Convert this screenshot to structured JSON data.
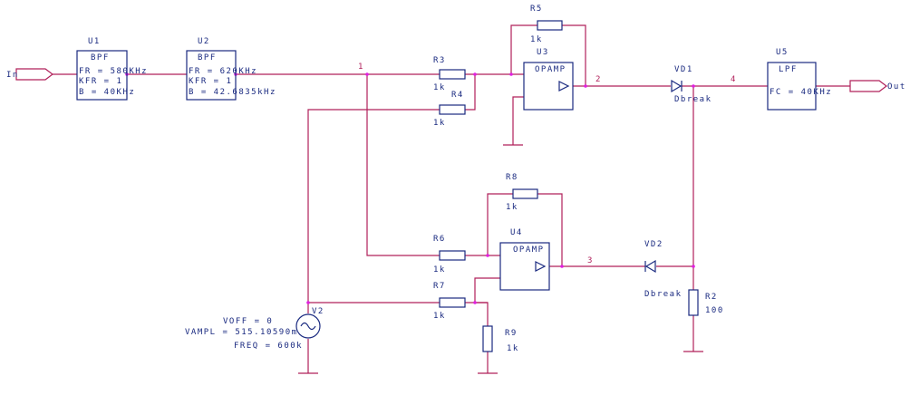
{
  "ports": {
    "input": "In",
    "output": "Out"
  },
  "u1": {
    "ref": "U1",
    "type": "BPF",
    "line1": "FR = 580KHz",
    "line2": "KFR = 1",
    "line3": "B = 40KHz"
  },
  "u2": {
    "ref": "U2",
    "type": "BPF",
    "line1": "FR = 620KHz",
    "line2": "KFR = 1",
    "line3": "B = 42.6835kHz"
  },
  "u3": {
    "ref": "U3",
    "type": "OPAMP"
  },
  "u4": {
    "ref": "U4",
    "type": "OPAMP"
  },
  "u5": {
    "ref": "U5",
    "type": "LPF",
    "line1": "FC = 40KHz"
  },
  "resistors": {
    "r2": {
      "ref": "R2",
      "value": "100"
    },
    "r3": {
      "ref": "R3",
      "value": "1k"
    },
    "r4": {
      "ref": "R4",
      "value": "1k"
    },
    "r5": {
      "ref": "R5",
      "value": "1k"
    },
    "r6": {
      "ref": "R6",
      "value": "1k"
    },
    "r7": {
      "ref": "R7",
      "value": "1k"
    },
    "r8": {
      "ref": "R8",
      "value": "1k"
    },
    "r9": {
      "ref": "R9",
      "value": "1k"
    }
  },
  "diodes": {
    "vd1": {
      "ref": "VD1",
      "model": "Dbreak"
    },
    "vd2": {
      "ref": "VD2",
      "model": "Dbreak"
    }
  },
  "source": {
    "ref": "V2",
    "voff": "VOFF = 0",
    "vampl": "VAMPL = 515.10590m",
    "freq": "FREQ = 600k"
  },
  "nets": {
    "n1": "1",
    "n2": "2",
    "n3": "3",
    "n4": "4"
  },
  "colors": {
    "wire": "#b0205a",
    "part": "#1a2a80",
    "junction": "#e020e0"
  }
}
